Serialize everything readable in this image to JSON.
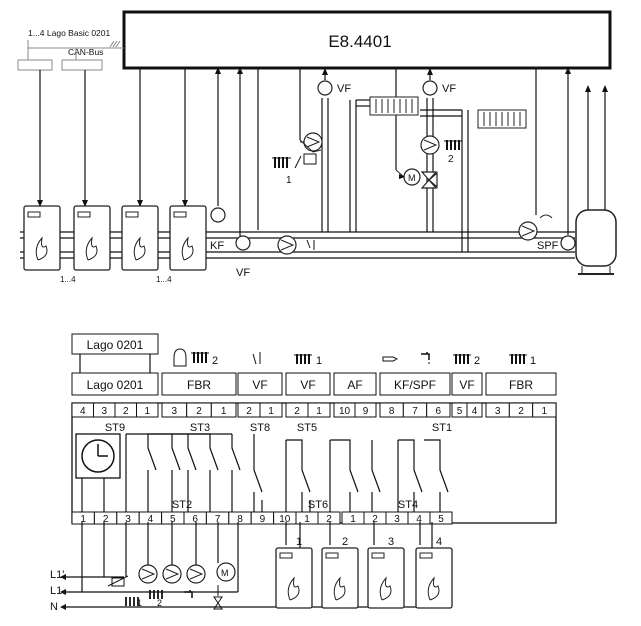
{
  "controller": {
    "model": "E8.4401"
  },
  "top_inputs": {
    "lago_basic_label": "1...4 Lago Basic 0201",
    "can_bus_label": "CAN-Bus"
  },
  "hydraulic_labels": {
    "vf": "VF",
    "kf": "KF",
    "spf": "SPF",
    "circuit_1": "1",
    "circuit_2": "2",
    "boiler_range_a": "1...4",
    "boiler_range_b": "1...4",
    "mixer_motor": "M"
  },
  "upper_terminals": {
    "lago_bus_box": "Lago 0201",
    "groups": [
      {
        "label": "Lago 0201",
        "pins": [
          "4",
          "3",
          "2",
          "1"
        ],
        "connector": "ST9"
      },
      {
        "label": "FBR",
        "pins": [
          "3",
          "2",
          "1"
        ],
        "connector": "ST3"
      },
      {
        "label": "VF",
        "pins": [
          "2",
          "1"
        ],
        "connector": "ST8"
      },
      {
        "label": "VF",
        "pins": [
          "2",
          "1"
        ],
        "connector": "ST5"
      },
      {
        "label": "AF",
        "pins": [
          "10",
          "9"
        ]
      },
      {
        "label": "KF/SPF",
        "pins": [
          "8",
          "7",
          "6"
        ]
      },
      {
        "label": "VF",
        "pins": [
          "5",
          "4"
        ]
      },
      {
        "label": "FBR",
        "pins": [
          "3",
          "2",
          "1"
        ],
        "connector": "ST1"
      }
    ],
    "icon_captions": {
      "fbr_circuit": "2",
      "vf_circuit": "1",
      "vf_right_circuit": "2",
      "fbr_right_circuit": "1"
    }
  },
  "lower_terminals": {
    "left_pins": [
      "1",
      "2",
      "3",
      "4",
      "5",
      "6",
      "7",
      "8",
      "9",
      "10"
    ],
    "st6_pins": [
      "1",
      "2"
    ],
    "st4_pins": [
      "1",
      "2",
      "3",
      "4",
      "5"
    ],
    "connectors": [
      "ST2",
      "ST6",
      "ST4"
    ]
  },
  "mains": {
    "l1_prime": "L1'",
    "l1": "L1",
    "n": "N"
  },
  "pump_captions": {
    "pump_1": "1",
    "pump_2": "2"
  },
  "boiler_numbers": [
    "1",
    "2",
    "3",
    "4"
  ]
}
